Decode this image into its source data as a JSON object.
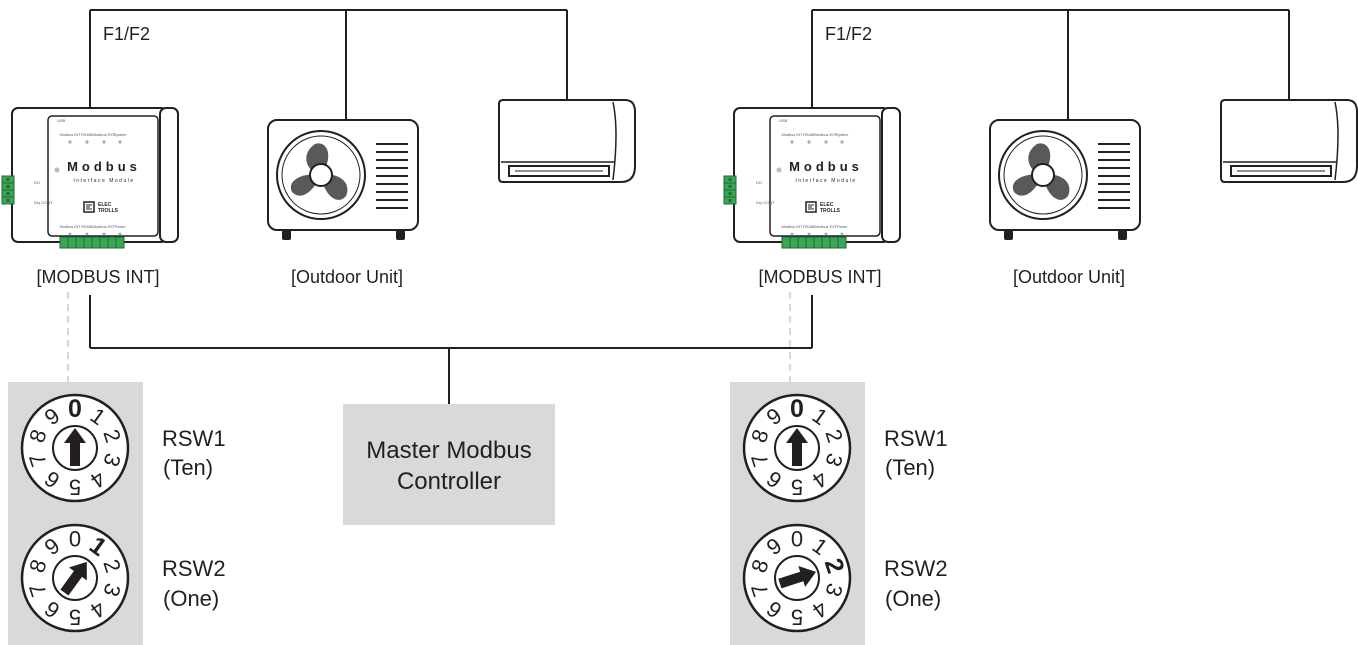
{
  "groups": [
    {
      "bus_label": "F1/F2",
      "interface_label": "[MODBUS INT]",
      "outdoor_label": "[Outdoor Unit]",
      "module": {
        "title": "Modbus",
        "subtitle": "Interface Module",
        "top_leds": [
          "Modbus INT",
          "RS485",
          "Modbus EXT",
          "System"
        ],
        "bottom_leds": [
          "Modbus INT",
          "RS485",
          "Modbus EXT",
          "Power"
        ],
        "usb": "USB",
        "side_a": "DO",
        "side_b": "Dry CONT",
        "brand_1": "ELEC",
        "brand_2": "TROLLS"
      },
      "rsw1": {
        "name": "RSW1",
        "desc": "(Ten)",
        "value": 0
      },
      "rsw2": {
        "name": "RSW2",
        "desc": "(One)",
        "value": 1
      }
    },
    {
      "bus_label": "F1/F2",
      "interface_label": "[MODBUS INT]",
      "outdoor_label": "[Outdoor Unit]",
      "module": {
        "title": "Modbus",
        "subtitle": "Interface Module",
        "top_leds": [
          "Modbus INT",
          "RS485",
          "Modbus EXT",
          "System"
        ],
        "bottom_leds": [
          "Modbus INT",
          "RS485",
          "Modbus EXT",
          "Power"
        ],
        "usb": "USB",
        "side_a": "DO",
        "side_b": "Dry CONT",
        "brand_1": "ELEC",
        "brand_2": "TROLLS"
      },
      "rsw1": {
        "name": "RSW1",
        "desc": "(Ten)",
        "value": 0
      },
      "rsw2": {
        "name": "RSW2",
        "desc": "(One)",
        "value": 2
      }
    }
  ],
  "master": {
    "line1": "Master Modbus",
    "line2": "Controller"
  },
  "dial_digits": [
    "0",
    "1",
    "2",
    "3",
    "4",
    "5",
    "6",
    "7",
    "8",
    "9"
  ],
  "colors": {
    "line": "#231f20",
    "panel": "#d9d9d9",
    "terminal": "#3aa655",
    "fan": "#58595b"
  }
}
